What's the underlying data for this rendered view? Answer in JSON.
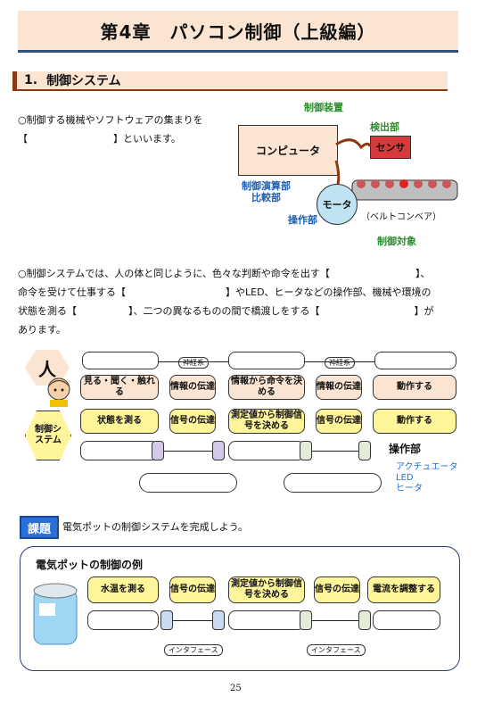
{
  "chapter_title": "第4章　パソコン制御（上級編）",
  "section": {
    "number": "1.",
    "title": "制御システム"
  },
  "intro": {
    "line1": "○制御する機械やソフトウェアの集まりを",
    "line2_open": "【",
    "line2_close": "】といいます。"
  },
  "diagram": {
    "control_device": "制御装置",
    "detector": "検出部",
    "computer": "コンピュータ",
    "sensor": "センサ",
    "calc_label1": "制御演算部",
    "calc_label2": "比較部",
    "motor": "モータ",
    "operation": "操作部",
    "belt": "（ベルトコンベア）",
    "controlled_object": "制御対象"
  },
  "body_para": {
    "line1_a": "○制御システムでは、人の体と同じように、色々な判断や命令を出す【",
    "line1_b": "】、",
    "line2_a": "命令を受けて仕事する【",
    "line2_b": "】やLED、ヒータなどの操作部、機械や環境の",
    "line3_a": "状態を測る【",
    "line3_b": "】、二つの異なるものの間で橋渡しをする【",
    "line3_c": "】が",
    "line4": "あります。"
  },
  "flow": {
    "human_label": "人",
    "nerve1": "神経系",
    "nerve2": "神経系",
    "human_row": [
      "見る・聞く・触れる",
      "情報の伝達",
      "情報から命令を決める",
      "情報の伝達",
      "動作する"
    ],
    "system_label": "制御システム",
    "system_row": [
      "状態を測る",
      "信号の伝達",
      "測定値から制御信号を決める",
      "信号の伝達",
      "動作する"
    ],
    "operation_label": "操作部",
    "actuators": [
      "アクチュエータ",
      "LED",
      "ヒータ"
    ]
  },
  "task": {
    "badge": "課題",
    "text": "電気ポットの制御システムを完成しよう。"
  },
  "example": {
    "title": "電気ポットの制御の例",
    "row": [
      "水温を測る",
      "信号の伝達",
      "測定値から制御信号を決める",
      "信号の伝達",
      "電流を調整する"
    ],
    "interface1": "インタフェース",
    "interface2": "インタフェース"
  },
  "page_number": "25",
  "colors": {
    "banner": "#fbe5d2",
    "accent_blue": "#2e4e7e",
    "section_brown": "#8c3a12",
    "green": "#2e8b2e",
    "yellow": "#fff59a"
  }
}
